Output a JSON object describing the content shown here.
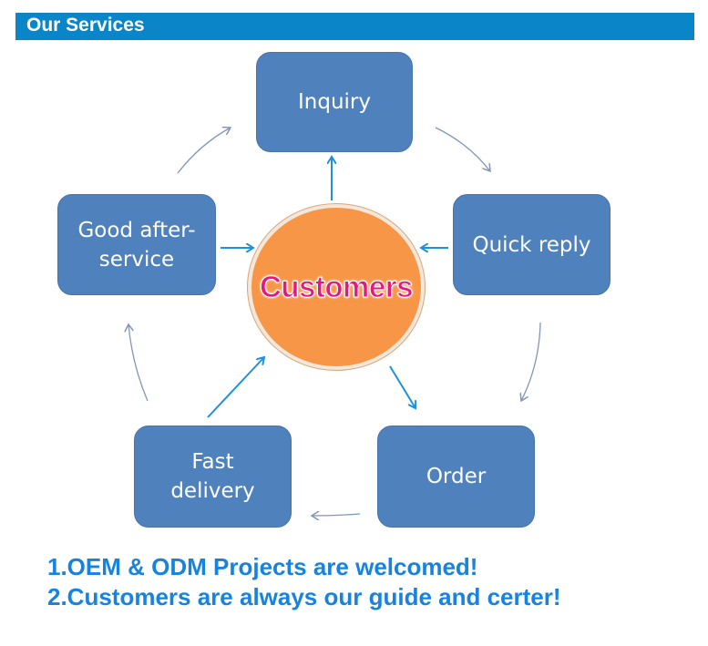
{
  "header": {
    "title": "Our Services"
  },
  "diagram": {
    "center": {
      "label": "Customers"
    },
    "steps": [
      {
        "id": "inquiry",
        "label": "Inquiry"
      },
      {
        "id": "quick-reply",
        "label": "Quick reply"
      },
      {
        "id": "order",
        "label": "Order"
      },
      {
        "id": "fast-delivery",
        "label": "Fast\ndelivery"
      },
      {
        "id": "good-after-service",
        "label": "Good after-\nservice"
      }
    ]
  },
  "notes": [
    "1.OEM & ODM Projects are welcomed!",
    "2.Customers are always our guide and certer!"
  ],
  "colors": {
    "header": "#0a85c7",
    "box": "#4f81bd",
    "circle": "#f79646",
    "center_text": "#e6187f",
    "note_text": "#1683e0",
    "arrow_straight": "#1e90e0",
    "arrow_curved": "#7f96b8"
  }
}
